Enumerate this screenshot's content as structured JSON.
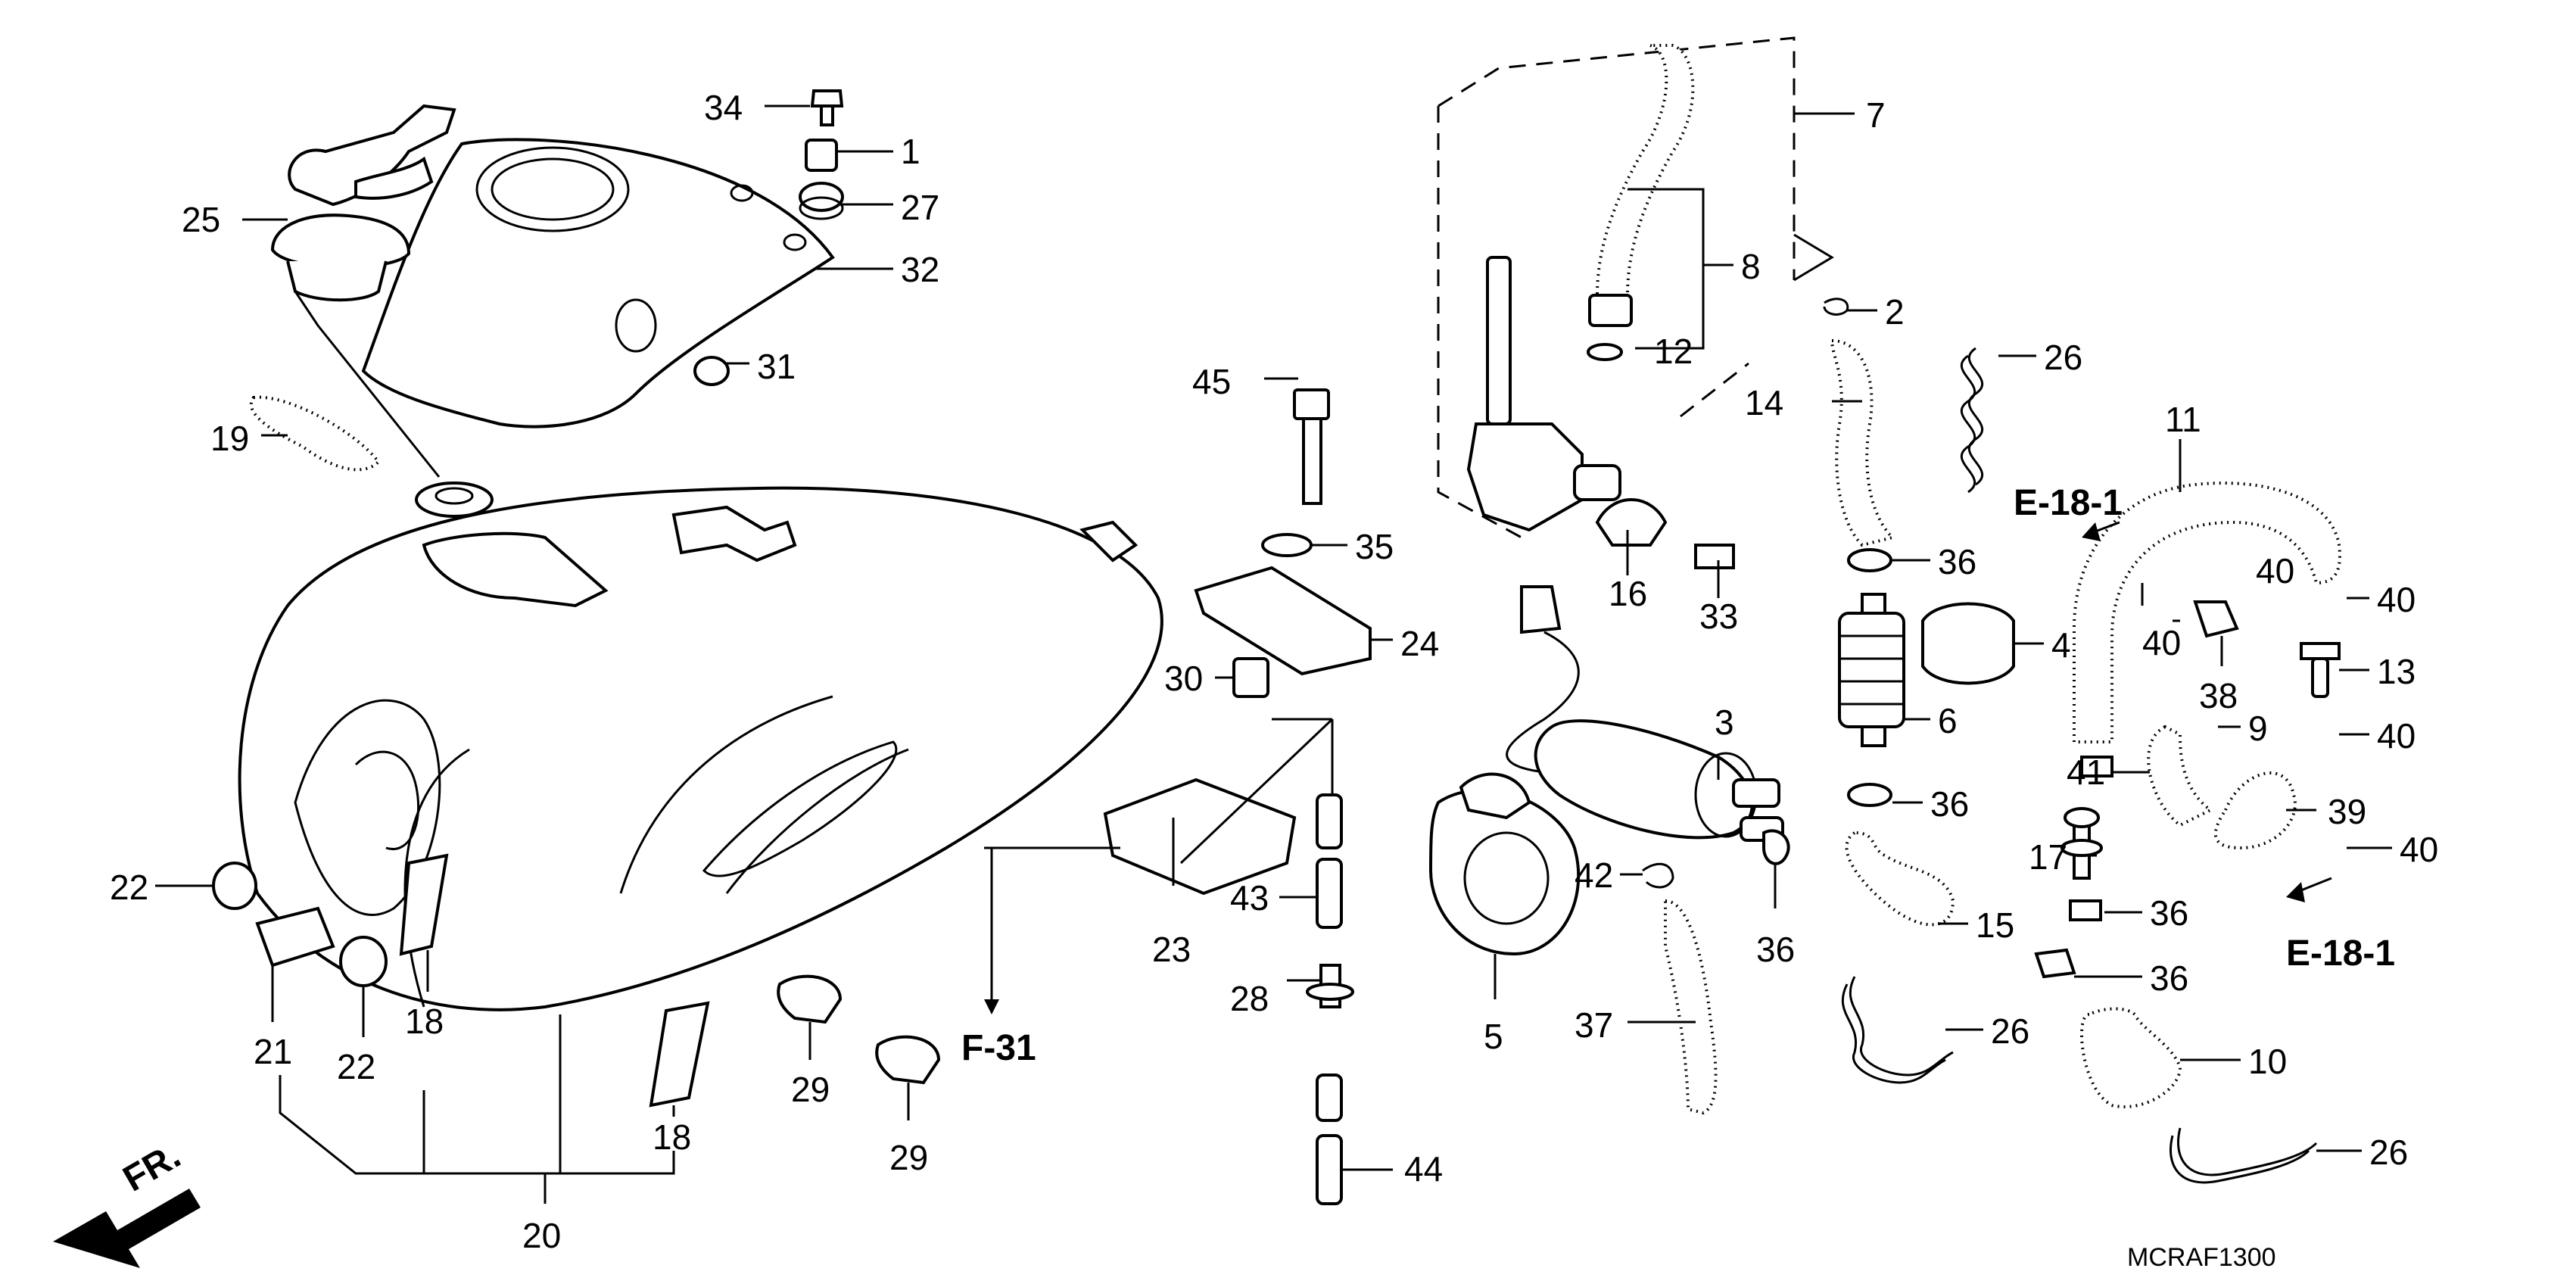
{
  "callouts": [
    {
      "id": "34",
      "text": "34"
    },
    {
      "id": "1",
      "text": "1"
    },
    {
      "id": "27",
      "text": "27"
    },
    {
      "id": "32",
      "text": "32"
    },
    {
      "id": "31",
      "text": "31"
    },
    {
      "id": "25",
      "text": "25"
    },
    {
      "id": "19",
      "text": "19"
    },
    {
      "id": "45",
      "text": "45"
    },
    {
      "id": "35",
      "text": "35"
    },
    {
      "id": "24",
      "text": "24"
    },
    {
      "id": "30",
      "text": "30"
    },
    {
      "id": "23",
      "text": "23"
    },
    {
      "id": "43",
      "text": "43"
    },
    {
      "id": "28",
      "text": "28"
    },
    {
      "id": "44",
      "text": "44"
    },
    {
      "id": "22a",
      "text": "22"
    },
    {
      "id": "22b",
      "text": "22"
    },
    {
      "id": "21",
      "text": "21"
    },
    {
      "id": "18a",
      "text": "18"
    },
    {
      "id": "18b",
      "text": "18"
    },
    {
      "id": "20",
      "text": "20"
    },
    {
      "id": "29a",
      "text": "29"
    },
    {
      "id": "29b",
      "text": "29"
    },
    {
      "id": "7",
      "text": "7"
    },
    {
      "id": "8",
      "text": "8"
    },
    {
      "id": "12",
      "text": "12"
    },
    {
      "id": "16",
      "text": "16"
    },
    {
      "id": "33",
      "text": "33"
    },
    {
      "id": "3",
      "text": "3"
    },
    {
      "id": "5",
      "text": "5"
    },
    {
      "id": "42",
      "text": "42"
    },
    {
      "id": "37",
      "text": "37"
    },
    {
      "id": "36a",
      "text": "36"
    },
    {
      "id": "2",
      "text": "2"
    },
    {
      "id": "26a",
      "text": "26"
    },
    {
      "id": "14",
      "text": "14"
    },
    {
      "id": "36b",
      "text": "36"
    },
    {
      "id": "4",
      "text": "4"
    },
    {
      "id": "6",
      "text": "6"
    },
    {
      "id": "36c",
      "text": "36"
    },
    {
      "id": "15",
      "text": "15"
    },
    {
      "id": "26b",
      "text": "26"
    },
    {
      "id": "11",
      "text": "11"
    },
    {
      "id": "40a",
      "text": "40"
    },
    {
      "id": "40b",
      "text": "40"
    },
    {
      "id": "40c",
      "text": "40"
    },
    {
      "id": "38",
      "text": "38"
    },
    {
      "id": "13",
      "text": "13"
    },
    {
      "id": "9",
      "text": "9"
    },
    {
      "id": "40d",
      "text": "40"
    },
    {
      "id": "41",
      "text": "41"
    },
    {
      "id": "39",
      "text": "39"
    },
    {
      "id": "17",
      "text": "17"
    },
    {
      "id": "40e",
      "text": "40"
    },
    {
      "id": "36d",
      "text": "36"
    },
    {
      "id": "36e",
      "text": "36"
    },
    {
      "id": "10",
      "text": "10"
    },
    {
      "id": "26c",
      "text": "26"
    }
  ],
  "references": {
    "e18_top": "E-18-1",
    "e18_bottom": "E-18-1",
    "f31": "F-31",
    "front": "FR."
  },
  "diagram_code": "MCRAF1300",
  "colors": {
    "line": "#000000",
    "background": "#ffffff"
  }
}
